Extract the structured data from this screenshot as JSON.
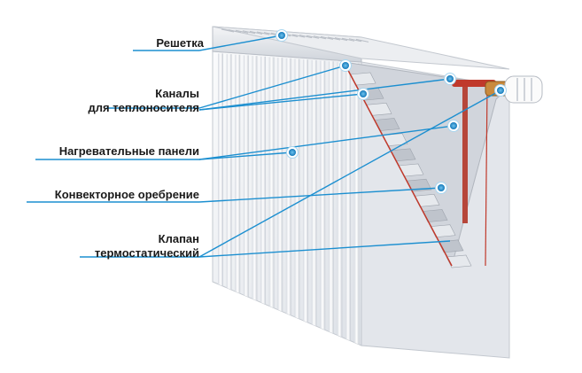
{
  "labels": {
    "grille": "Решетка",
    "channels_line1": "Каналы",
    "channels_line2": "для теплоносителя",
    "panels": "Нагревательные панели",
    "fins": "Конвекторное оребрение",
    "valve_line1": "Клапан",
    "valve_line2": "термостатический"
  },
  "colors": {
    "leader": "#1c8fd0",
    "marker_fill": "#1c8fd0",
    "marker_ring": "#ffffff",
    "label_text": "#1a1a1a",
    "radiator_body": "#eef0f3",
    "radiator_shadow": "#c9ced6",
    "pipe_red": "#c0392b"
  }
}
